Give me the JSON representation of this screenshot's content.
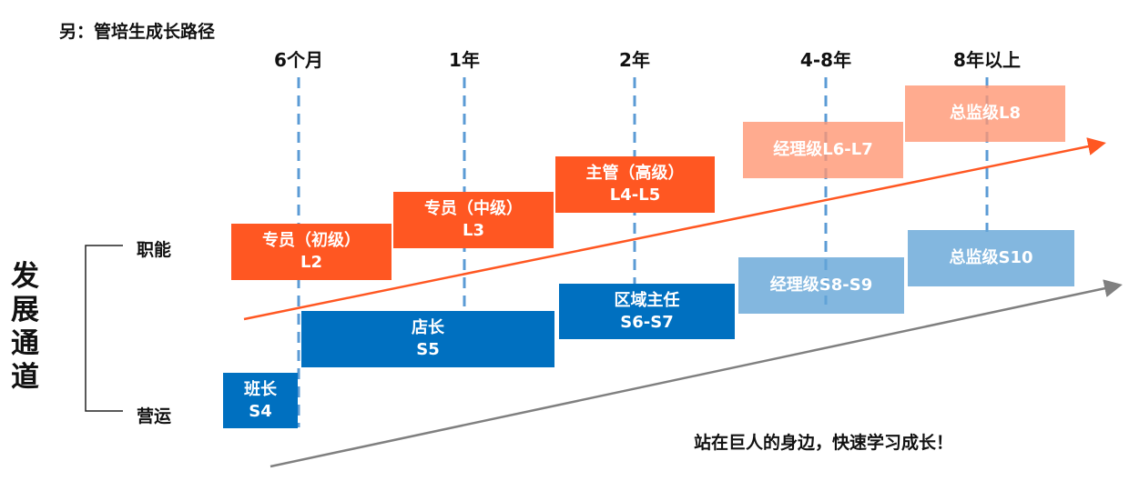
{
  "title": "另：管培生成长路径",
  "timeline": [
    "6个月",
    "1年",
    "2年",
    "4-8年",
    "8年以上"
  ],
  "side_label": "发展通道",
  "tracks": {
    "function": "职能",
    "operation": "营运"
  },
  "function_boxes": [
    {
      "l1": "专员（初级）",
      "l2": "L2"
    },
    {
      "l1": "专员（中级）",
      "l2": "L3"
    },
    {
      "l1": "主管（高级）",
      "l2": "L4-L5"
    },
    {
      "l1": "经理级L6-L7"
    },
    {
      "l1": "总监级L8"
    }
  ],
  "operation_boxes": [
    {
      "l1": "班长",
      "l2": "S4"
    },
    {
      "l1": "店长",
      "l2": "S5"
    },
    {
      "l1": "区域主任",
      "l2": "S6-S7"
    },
    {
      "l1": "经理级S8-S9"
    },
    {
      "l1": "总监级S10"
    }
  ],
  "slogan": "站在巨人的身边，快速学习成长！",
  "colors": {
    "orange": "#FF5722",
    "blue": "#0070C0",
    "light_orange": "#FFA585",
    "light_blue": "#7FB3DD"
  }
}
